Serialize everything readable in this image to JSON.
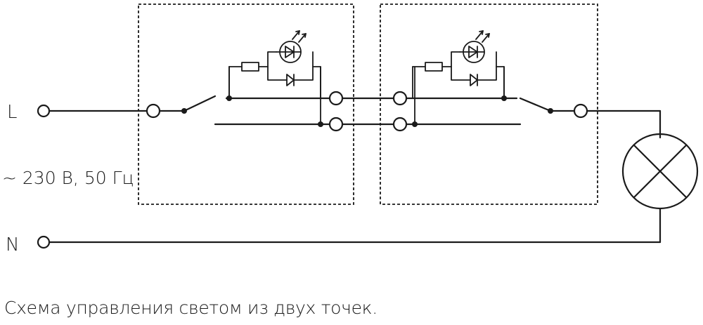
{
  "labels": {
    "line": "L",
    "neutral": "N",
    "supply": "~ 230 В, 50 Гц"
  },
  "caption": "Схема управления светом из двух точек.",
  "icons": [
    "lamp-icon",
    "led-icon",
    "diode-icon",
    "resistor-icon",
    "switch-icon",
    "terminal-icon"
  ]
}
